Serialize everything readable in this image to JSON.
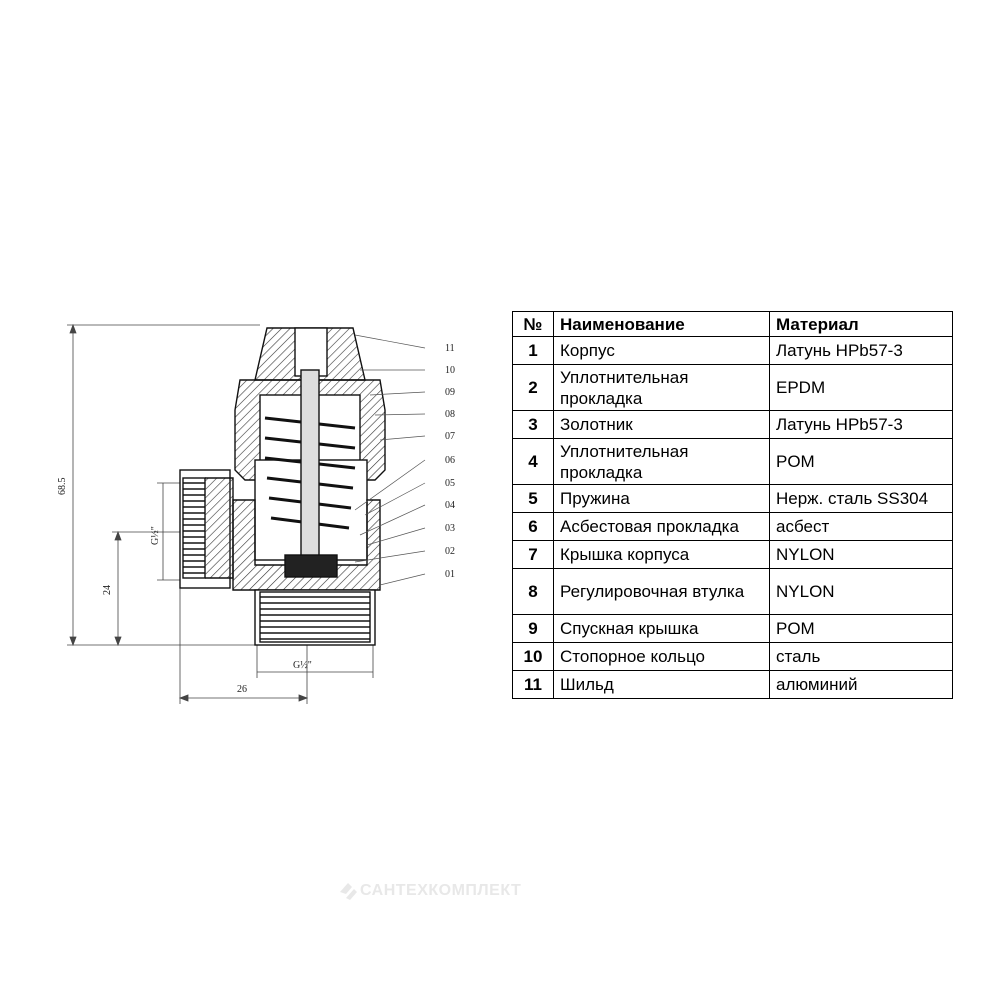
{
  "drawing": {
    "dimensions": {
      "height": "68.5",
      "inlet_height": "24",
      "offset": "26",
      "thread_side": "G½\"",
      "thread_bottom": "G½\""
    },
    "callouts": [
      "11",
      "10",
      "09",
      "08",
      "07",
      "06",
      "05",
      "04",
      "03",
      "02",
      "01"
    ]
  },
  "table": {
    "headers": {
      "num": "№",
      "name": "Наименование",
      "material": "Материал"
    },
    "rows": [
      {
        "num": "1",
        "name": "Корпус",
        "material": "Латунь HPb57-3"
      },
      {
        "num": "2",
        "name": "Уплотнительная прокладка",
        "material": "EPDM"
      },
      {
        "num": "3",
        "name": "Золотник",
        "material": "Латунь HPb57-3"
      },
      {
        "num": "4",
        "name": "Уплотнительная прокладка",
        "material": "POM"
      },
      {
        "num": "5",
        "name": "Пружина",
        "material": "Нерж. сталь SS304"
      },
      {
        "num": "6",
        "name": "Асбестовая прокладка",
        "material": "асбест"
      },
      {
        "num": "7",
        "name": "Крышка корпуса",
        "material": "NYLON"
      },
      {
        "num": "8",
        "name": "Регулировочная втулка",
        "material": "NYLON"
      },
      {
        "num": "9",
        "name": "Спускная крышка",
        "material": "POM"
      },
      {
        "num": "10",
        "name": "Стопорное кольцо",
        "material": "сталь"
      },
      {
        "num": "11",
        "name": "Шильд",
        "material": "алюминий"
      }
    ]
  },
  "watermark": {
    "text": "САНТЕХКОМПЛЕКТ",
    "color": "#e8e8e8"
  }
}
